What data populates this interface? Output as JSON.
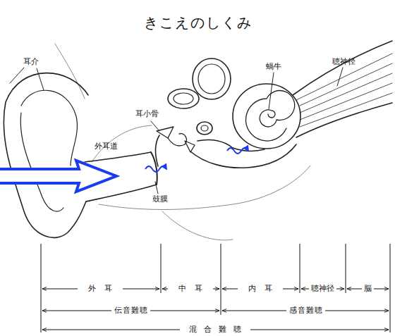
{
  "diagram": {
    "title": "きこえのしくみ",
    "labels": [
      "耳介",
      "蝸牛",
      "聴神径",
      "耳小骨",
      "外耳道",
      "鼓膜",
      "外耳",
      "中耳",
      "内耳",
      "聴神径",
      "脳",
      "伝音難聴",
      "感音難聴",
      "混合難聴"
    ]
  }
}
